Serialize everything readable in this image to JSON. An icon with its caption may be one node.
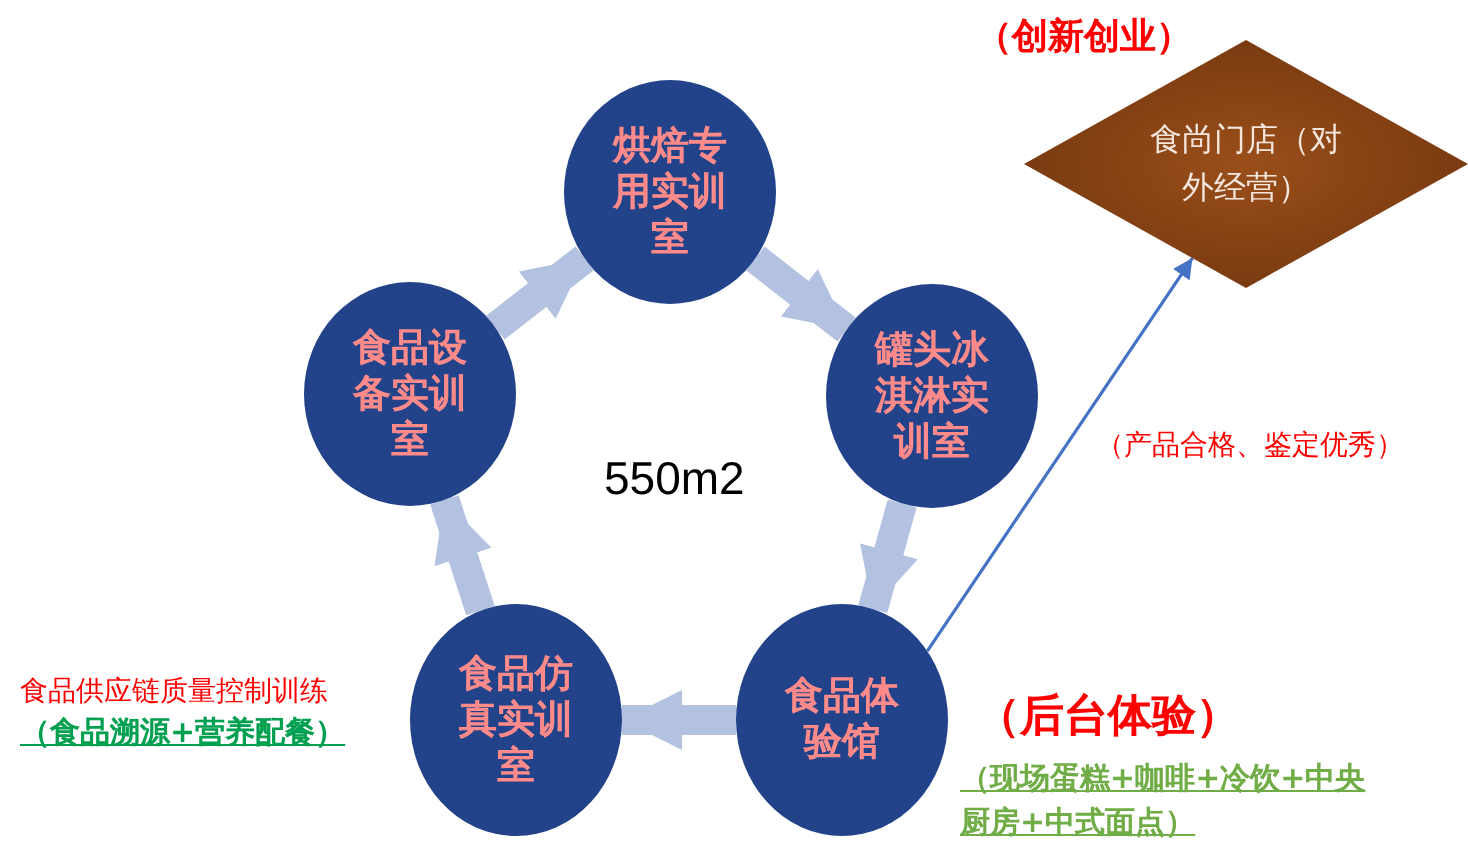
{
  "diagram": {
    "nodes": [
      {
        "text": [
          "烘焙专用实训室"
        ]
      },
      {
        "text": [
          "罐头冰淇淋实训室"
        ]
      },
      {
        "text": [
          "食品体验馆"
        ],
        "beside": [
          "（后台体验）",
          "（现场蛋糕+咖啡+冷饮+中央厨房+中式面点）"
        ]
      },
      {
        "text": [
          "食品仿真实训室"
        ],
        "beside": [
          "食品供应链质量控制训练",
          "（食品溯源+营养配餐）"
        ]
      },
      {
        "text": [
          "食品设备实训室"
        ]
      },
      {
        "text": [
          "食尚门店（对外经营）"
        ],
        "beside": [
          "（创新创业）"
        ]
      }
    ],
    "edges": [
      {
        "from": 4,
        "to": 0,
        "arrow": "to"
      },
      {
        "from": 0,
        "to": 1,
        "arrow": "to"
      },
      {
        "from": 1,
        "to": 2,
        "arrow": "to"
      },
      {
        "from": 2,
        "to": 3,
        "arrow": "to"
      },
      {
        "from": 3,
        "to": 4,
        "arrow": "to"
      },
      {
        "from": 2,
        "to": 5,
        "arrow": "to",
        "label": "（产品合格、鉴定优秀）",
        "color": "#4472c4"
      }
    ],
    "labels": [
      "550m2"
    ]
  }
}
